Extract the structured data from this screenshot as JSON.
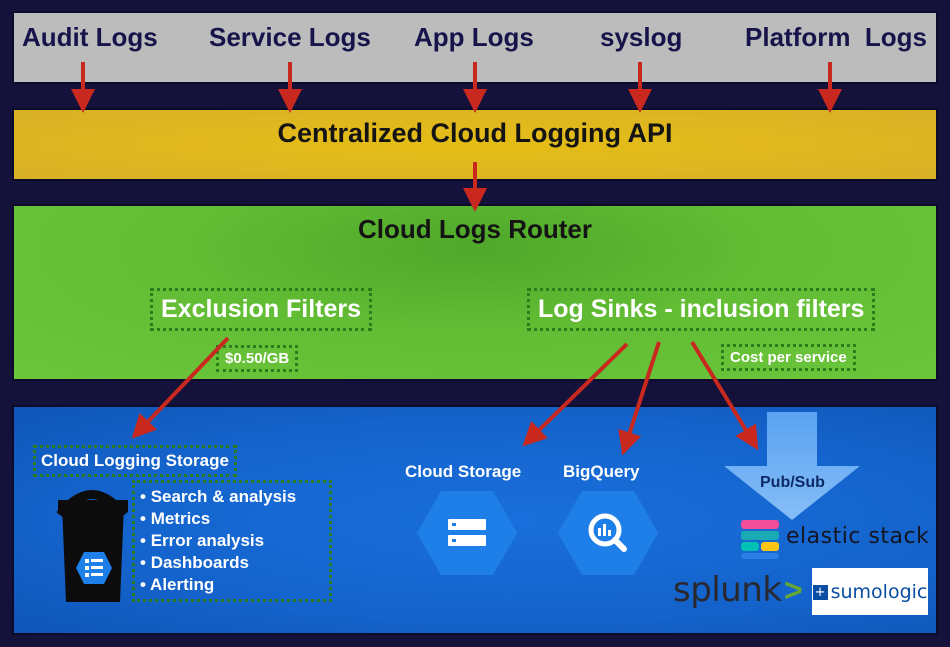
{
  "sources": [
    "Audit Logs",
    "Service Logs",
    "App Logs",
    "syslog",
    "Platform  Logs"
  ],
  "api": {
    "title": "Centralized Cloud Logging API"
  },
  "router": {
    "title": "Cloud Logs Router",
    "exclusion": "Exclusion Filters",
    "exclusion_price": "$0.50/GB",
    "inclusion": "Log Sinks - inclusion filters",
    "inclusion_cost": "Cost per service"
  },
  "destinations": {
    "storage_label": "Cloud Logging Storage",
    "features": [
      "Search & analysis",
      "Metrics",
      "Error analysis",
      "Dashboards",
      "Alerting"
    ],
    "gcs": "Cloud Storage",
    "bigquery": "BigQuery",
    "pubsub": "Pub/Sub",
    "elastic": "elastic stack",
    "splunk": "splunk",
    "sumo": "sumologic"
  },
  "colors": {
    "background": "#14123a",
    "sources_band": "#bcbcbc",
    "api_band": "#e0b81e",
    "router_band": "#62bd34",
    "dest_band": "#1463cc",
    "arrow": "#c8281e",
    "hexagon": "#1f7fe8"
  }
}
